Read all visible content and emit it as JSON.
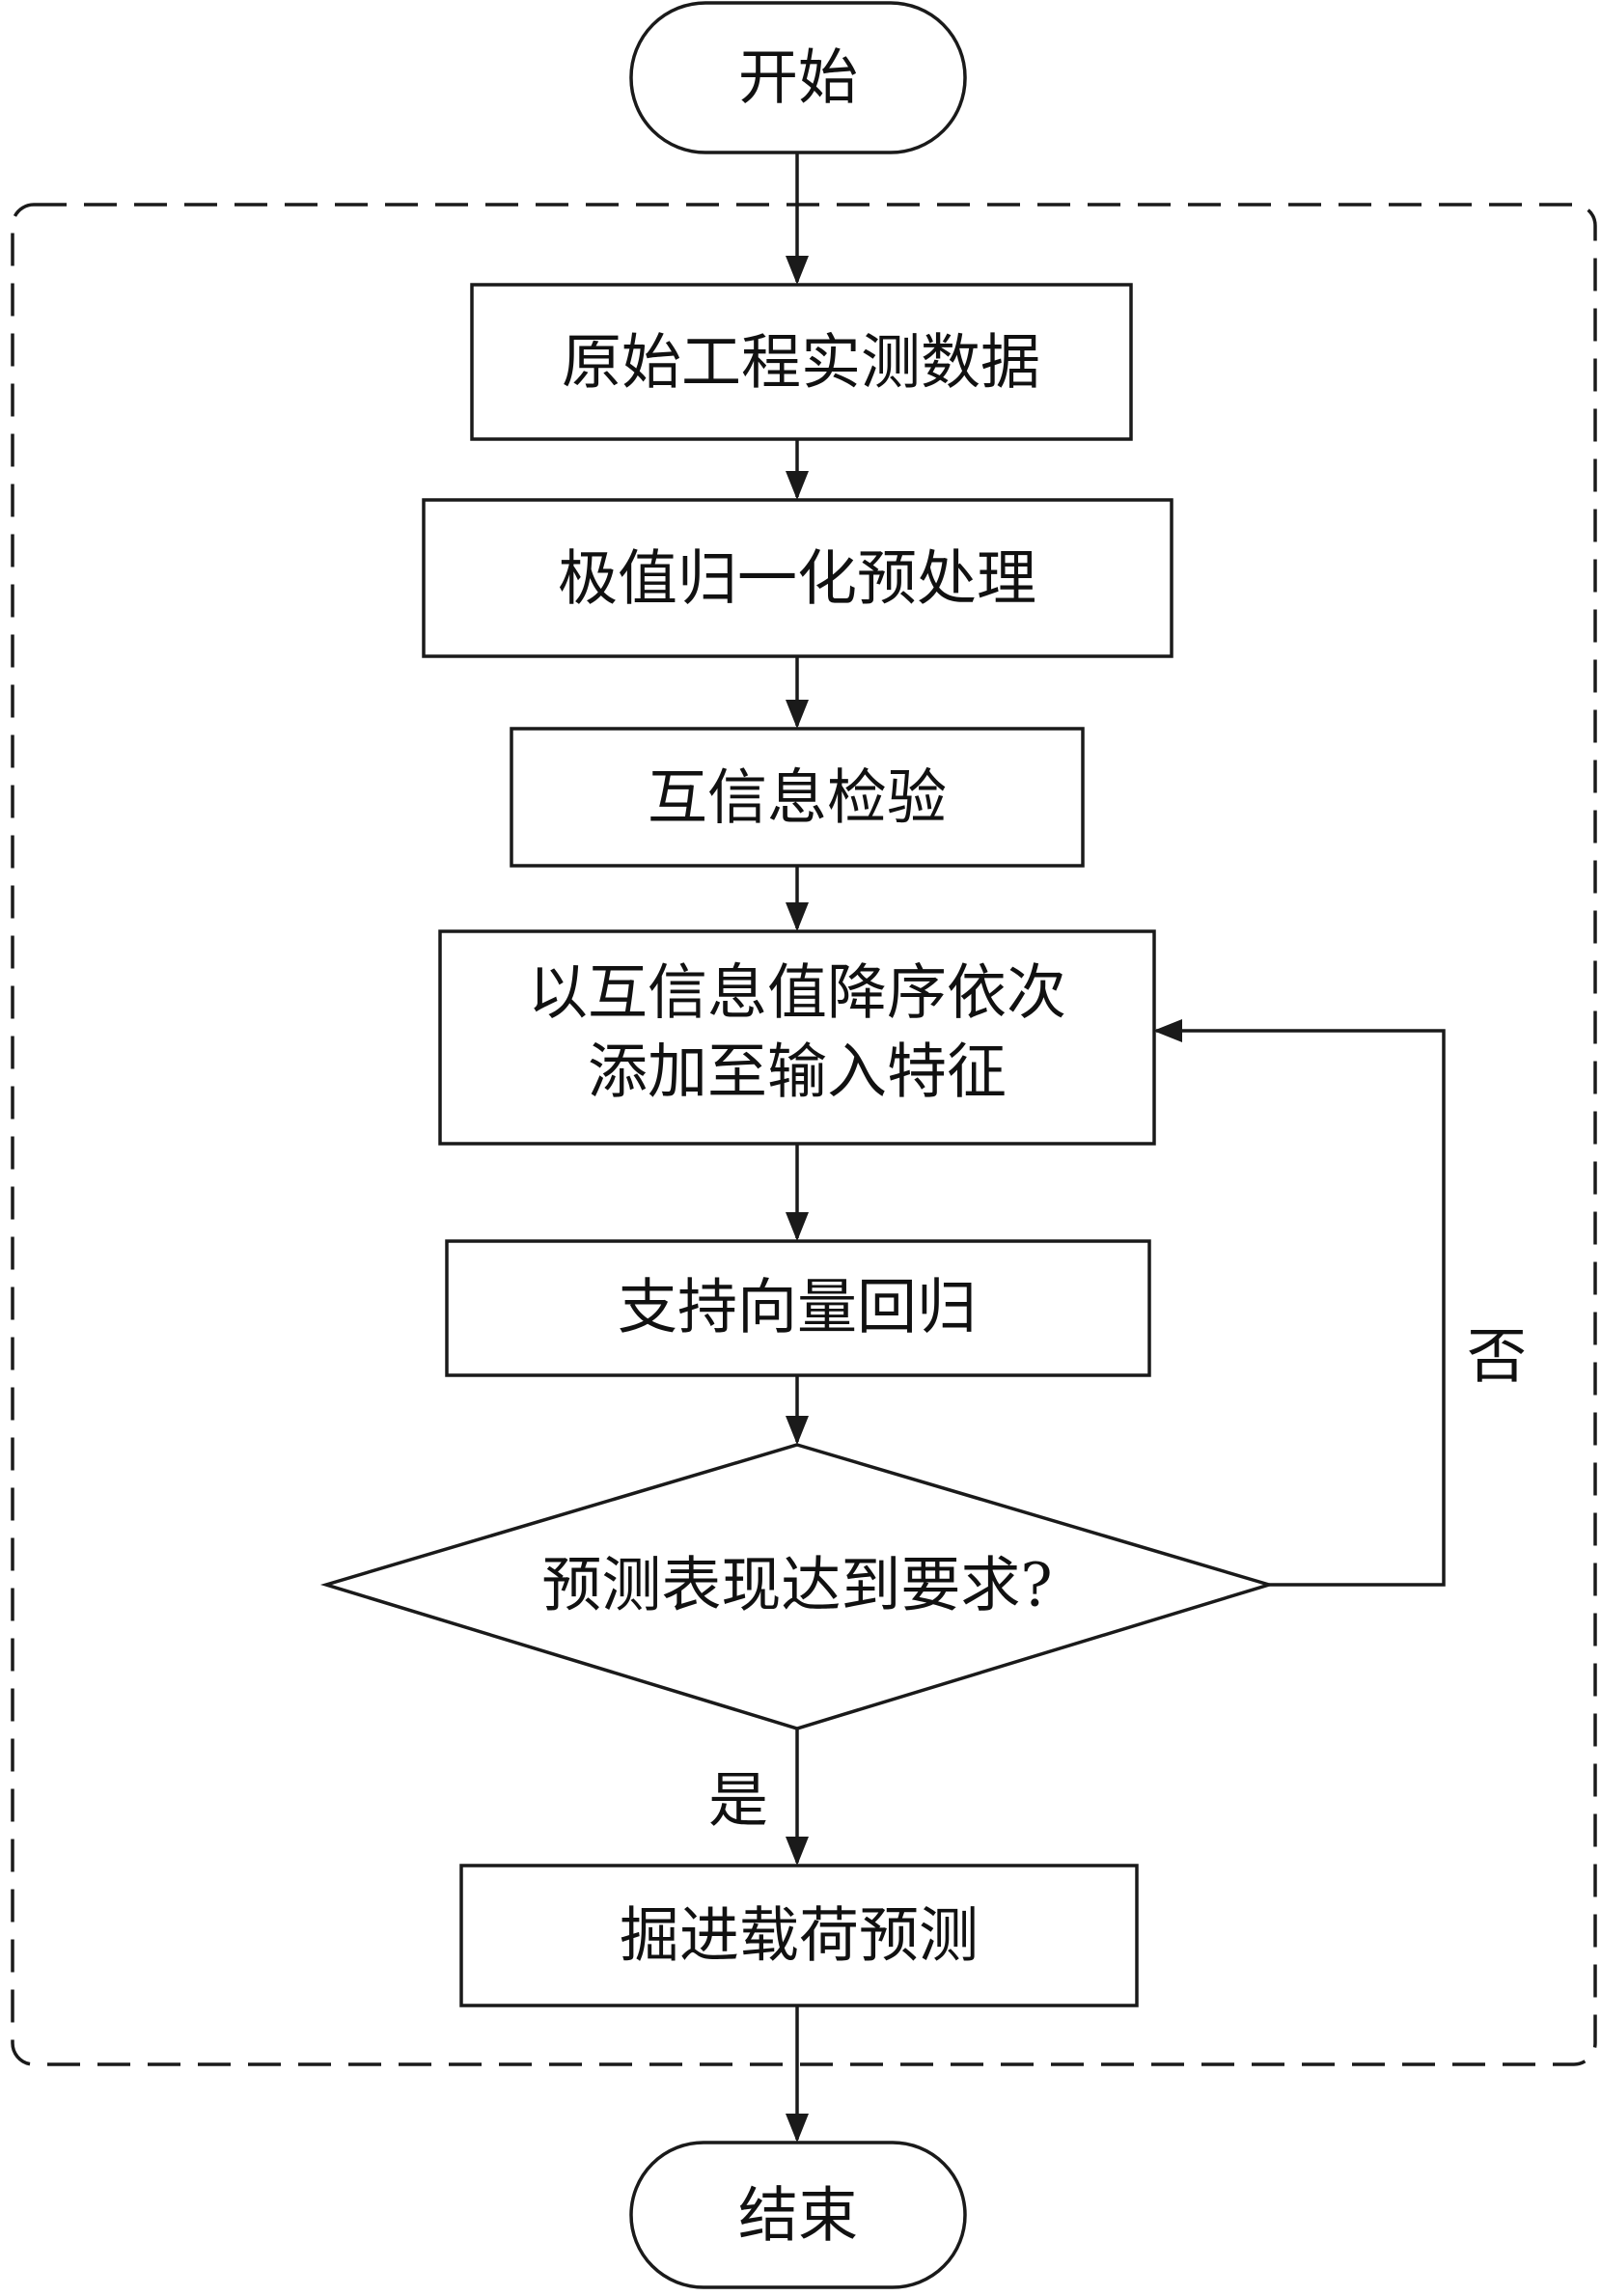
{
  "flowchart": {
    "start": "开始",
    "end": "结束",
    "steps": {
      "raw_data": "原始工程实测数据",
      "normalize": "极值归一化预处理",
      "mutual_info_test": "互信息检验",
      "add_features_line1": "以互信息值降序依次",
      "add_features_line2": "添加至输入特征",
      "svr": "支持向量回归",
      "predict_load": "掘进载荷预测"
    },
    "decision": {
      "question": "预测表现达到要求?",
      "yes_label": "是",
      "no_label": "否"
    }
  }
}
